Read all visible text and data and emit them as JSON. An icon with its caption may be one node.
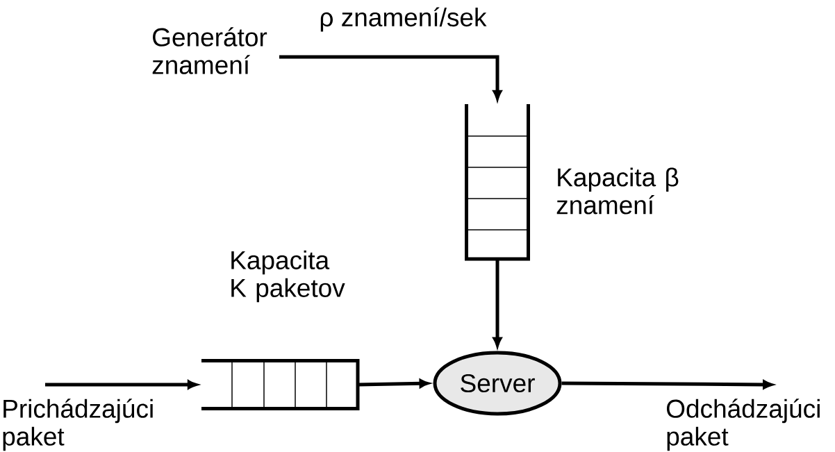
{
  "diagram": {
    "nodes": [
      {
        "text": [
          "Generátor znamení"
        ]
      },
      {
        "text": [],
        "shape": "box",
        "beside": [
          "Kapacita β znamení"
        ]
      },
      {
        "text": [],
        "shape": "box",
        "beside": [
          "Kapacita K paketov"
        ]
      },
      {
        "text": [
          "Server"
        ]
      },
      {
        "text": [
          "Prichádzajúci paket"
        ]
      },
      {
        "text": [
          "Odchádzajúci paket"
        ]
      }
    ],
    "edges": [
      {
        "from": 0,
        "to": 1,
        "arrow": "to",
        "label": "ρ znamení/sek"
      },
      {
        "from": 1,
        "to": 3,
        "arrow": "to"
      },
      {
        "from": 4,
        "to": 2,
        "arrow": "to"
      },
      {
        "from": 2,
        "to": 3,
        "arrow": "to"
      },
      {
        "from": 3,
        "to": 5,
        "arrow": "to"
      }
    ]
  }
}
